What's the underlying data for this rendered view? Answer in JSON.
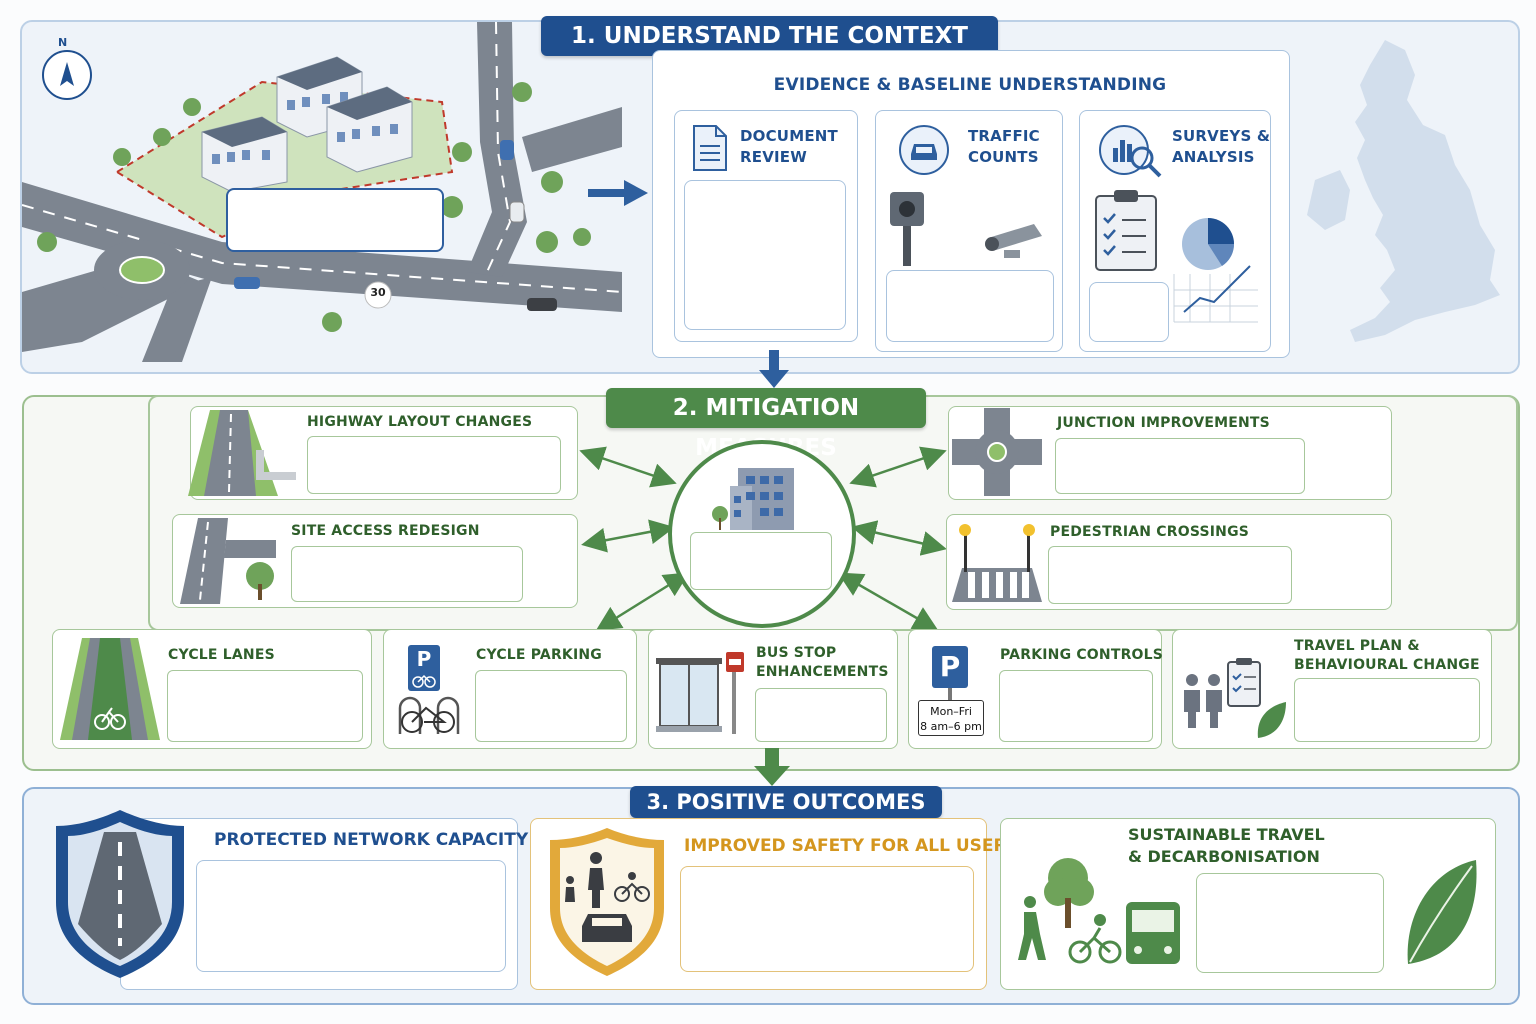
{
  "section1": {
    "banner": "1. UNDERSTAND THE CONTEXT",
    "compass_label": "N",
    "speed_limit": "30",
    "evidence_title": "EVIDENCE & BASELINE UNDERSTANDING",
    "cards": [
      {
        "label": "DOCUMENT\nREVIEW",
        "icon": "document-icon"
      },
      {
        "label": "TRAFFIC\nCOUNTS",
        "icon": "car-icon"
      },
      {
        "label": "SURVEYS &\nANALYSIS",
        "icon": "chart-search-icon"
      }
    ]
  },
  "section2": {
    "banner": "2. MITIGATION MEASURES",
    "measures": {
      "highway": "HIGHWAY LAYOUT CHANGES",
      "site_access": "SITE ACCESS REDESIGN",
      "junction": "JUNCTION IMPROVEMENTS",
      "pedestrian": "PEDESTRIAN CROSSINGS",
      "cycle_lanes": "CYCLE LANES",
      "cycle_parking": "CYCLE PARKING",
      "bus_stop": "BUS STOP\nENHANCEMENTS",
      "parking_controls": "PARKING CONTROLS",
      "travel_plan": "TRAVEL PLAN &\nBEHAVIOURAL CHANGE"
    },
    "parking_sign_letter": "P",
    "parking_sign_text": "Mon–Fri\n8 am–6 pm",
    "cycle_parking_sign": "P"
  },
  "section3": {
    "banner": "3. POSITIVE OUTCOMES",
    "outcomes": {
      "network": "PROTECTED NETWORK CAPACITY",
      "safety": "IMPROVED SAFETY FOR ALL USERS",
      "sustainable": "SUSTAINABLE TRAVEL\n& DECARBONISATION"
    }
  },
  "colors": {
    "navy": "#1f4f8f",
    "green": "#4e8a4a",
    "gold": "#d4961e",
    "red_boundary": "#c0392b"
  }
}
